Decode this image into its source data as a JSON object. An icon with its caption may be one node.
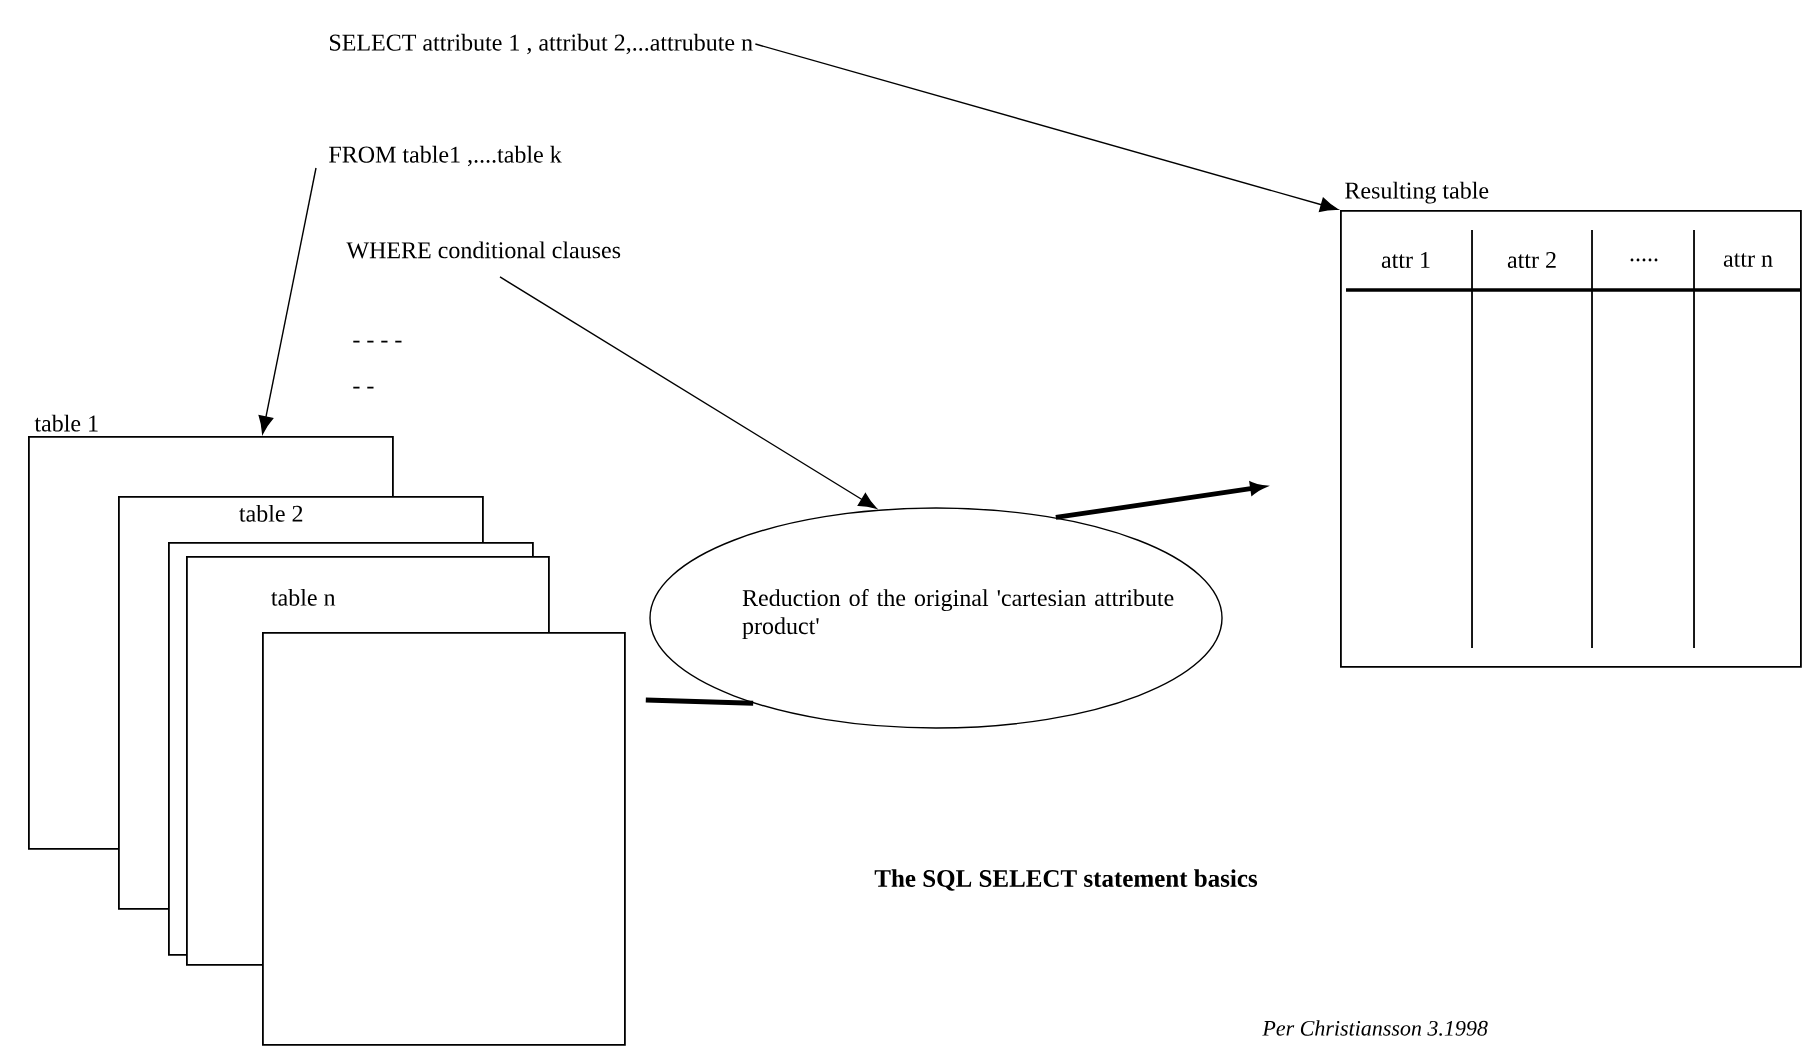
{
  "diagram": {
    "title": "The SQL SELECT statement basics",
    "nodes": [
      {
        "text": [
          "SELECT attribute 1 , attribut 2,...attrubute n"
        ]
      },
      {
        "text": [
          "FROM table1 ,....table k"
        ]
      },
      {
        "text": [
          "WHERE conditional clauses"
        ]
      },
      {
        "text": [
          "table 1"
        ]
      },
      {
        "text": [
          "table 2"
        ]
      },
      {
        "text": [],
        "shape": "box"
      },
      {
        "text": [
          "table n"
        ]
      },
      {
        "text": [],
        "shape": "box"
      },
      {
        "text": [
          "Reduction of the original 'cartesian attribute product'"
        ]
      },
      {
        "text": [
          "Resulting table",
          "attr 1",
          "attr 2",
          ".....",
          "attr n"
        ]
      }
    ],
    "edges": [
      {
        "from": 0,
        "to": 9,
        "arrow": "to"
      },
      {
        "from": 1,
        "to": 3,
        "arrow": "to"
      },
      {
        "from": 2,
        "to": 8,
        "arrow": "to"
      },
      {
        "from": 7,
        "to": 8,
        "arrow": "none",
        "style": "thick"
      },
      {
        "from": 8,
        "to": 9,
        "arrow": "to",
        "style": "thick"
      }
    ],
    "labels": [
      "- - - -",
      "- -",
      "Per Christiansson 3.1998"
    ]
  }
}
